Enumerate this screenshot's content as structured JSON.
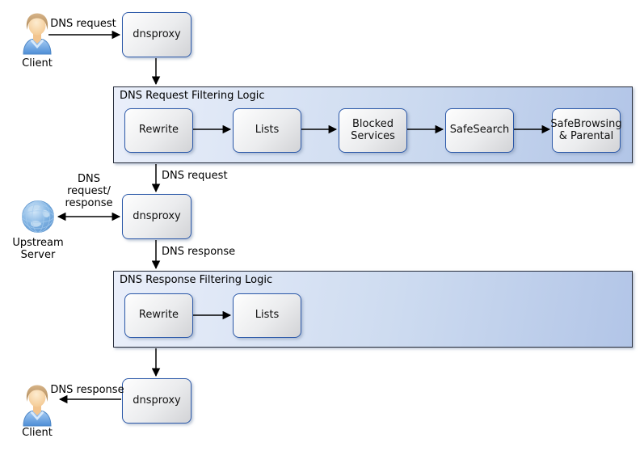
{
  "diagram": {
    "actors": {
      "client_top": "Client",
      "client_bottom": "Client",
      "upstream_server": "Upstream\nServer"
    },
    "proxies": {
      "top": "dnsproxy",
      "middle": "dnsproxy",
      "bottom": "dnsproxy"
    },
    "containers": [
      {
        "title": "DNS Request Filtering Logic",
        "boxes": [
          "Rewrite",
          "Lists",
          "Blocked\nServices",
          "SafeSearch",
          "SafeBrowsing\n& Parental"
        ]
      },
      {
        "title": "DNS Response Filtering Logic",
        "boxes": [
          "Rewrite",
          "Lists"
        ]
      }
    ],
    "edge_labels": {
      "client_request": "DNS request",
      "filtered_request": "DNS request",
      "upstream_exchange": "DNS\nrequest/\nresponse",
      "proxy_response": "DNS response",
      "client_response": "DNS response"
    },
    "colors": {
      "container_fill_left": "#eaeffa",
      "container_fill_right": "#b2c5e7",
      "container_border": "#262c3a",
      "box_border": "#2b58a8",
      "box_fill_light": "#fefefe",
      "box_fill_dark": "#d2d3d6",
      "arrow": "#000000",
      "globe_blue": "#7fb2e2",
      "shirt_blue": "#5b96dd",
      "hair_tan": "#c7a274"
    }
  }
}
